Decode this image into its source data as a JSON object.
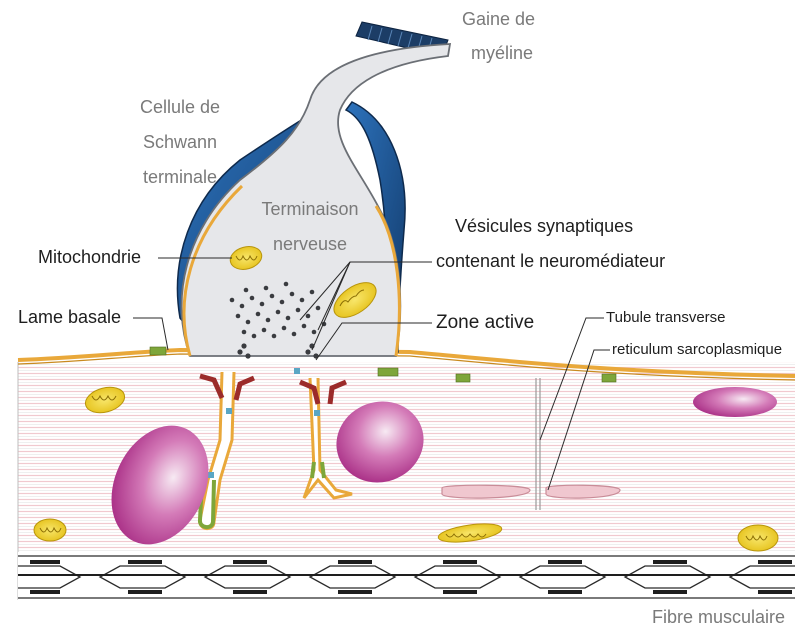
{
  "labels": {
    "gaine_line1": "Gaine de",
    "gaine_line2": "myéline",
    "schwann_line1": "Cellule de",
    "schwann_line2": "Schwann",
    "schwann_line3": "terminale",
    "terminaison_line1": "Terminaison",
    "terminaison_line2": "nerveuse",
    "mitochondrie": "Mitochondrie",
    "vesicules_line1": "Vésicules synaptiques",
    "vesicules_line2": "contenant le neuromédiateur",
    "lame_basale": "Lame basale",
    "zone_active": "Zone active",
    "tubule_transverse": "Tubule transverse",
    "reticulum": "reticulum sarcoplasmique",
    "fibre_musculaire": "Fibre musculaire"
  },
  "colors": {
    "schwann": "#1f5a9a",
    "schwann_dark": "#15365e",
    "myelin": "#1c3d66",
    "nerve_fill": "#e6e7ea",
    "nerve_outline": "#6b6f75",
    "basal_lamina": "#e9a83a",
    "muscle_stripes": "#f1c9cf",
    "nucleus": "#b02a8a",
    "mitochondria": "#f2d229",
    "receptor_green": "#7ea63a",
    "fold_red": "#9b2b2a",
    "reticulum": "#f0c7cf",
    "myofibril": "#2a2a2a"
  }
}
